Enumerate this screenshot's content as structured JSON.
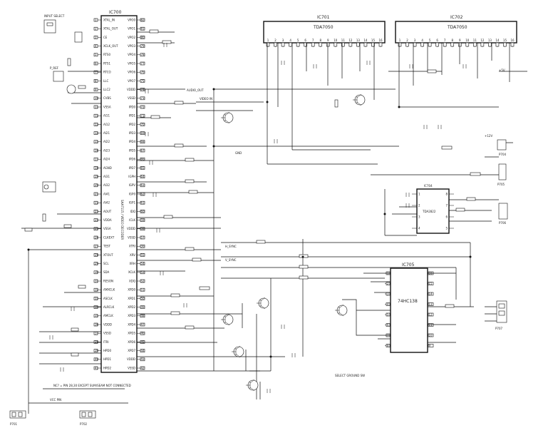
{
  "ic_main": {
    "ref": "IC700",
    "part": "SAA7115 / VIDEO DECODER",
    "left_pins": [
      "1",
      "2",
      "3",
      "4",
      "5",
      "6",
      "7",
      "8",
      "9",
      "10",
      "11",
      "12",
      "13",
      "14",
      "15",
      "16",
      "17",
      "18",
      "19",
      "20",
      "21",
      "22",
      "23",
      "24",
      "25",
      "26",
      "27",
      "28",
      "29",
      "30",
      "31",
      "32",
      "33",
      "34",
      "35",
      "36",
      "37",
      "38",
      "39",
      "40",
      "41"
    ],
    "right_pins": [
      "82",
      "81",
      "80",
      "79",
      "78",
      "77",
      "76",
      "75",
      "74",
      "73",
      "72",
      "71",
      "70",
      "69",
      "68",
      "67",
      "66",
      "65",
      "64",
      "63",
      "62",
      "61",
      "60",
      "59",
      "58",
      "57",
      "56",
      "55",
      "54",
      "53",
      "52",
      "51",
      "50",
      "49",
      "48",
      "47",
      "46",
      "45",
      "44",
      "43",
      "42"
    ],
    "left_labels": [
      "XTAL_IN",
      "XTAL_OUT",
      "CE",
      "XCLK_OUT",
      "RTS0",
      "RTS1",
      "RTCO",
      "LLC",
      "LLC2",
      "CVBS",
      "VSSA",
      "AI11",
      "AI12",
      "AI21",
      "AI22",
      "AI23",
      "AI24",
      "AGND",
      "AI31",
      "AI32",
      "AI41",
      "AI42",
      "AOUT",
      "VDDA",
      "VSSA",
      "CLKEXT",
      "TEST",
      "XTOUT",
      "SCL",
      "SDA",
      "RESON",
      "AMXCLK",
      "ASCLK",
      "ALRCLK",
      "AMCLK",
      "VDDD",
      "VSSD",
      "ITRI",
      "HPD0",
      "HPD1",
      "HPD2"
    ],
    "right_labels": [
      "VPO0",
      "VPO1",
      "VPO2",
      "VPO3",
      "VPO4",
      "VPO5",
      "VPO6",
      "VPO7",
      "VDDD",
      "VSSD",
      "IPD0",
      "IPD1",
      "IPD2",
      "IPD3",
      "IPD4",
      "IPD5",
      "IPD6",
      "IPD7",
      "IGPH",
      "IGPV",
      "IGP0",
      "IGP1",
      "IDQ",
      "ICLK",
      "VDDD",
      "VSSD",
      "XTRI",
      "XRV",
      "XRH",
      "XCLK",
      "XDQ",
      "XPD0",
      "XPD1",
      "XPD2",
      "XPD3",
      "XPD4",
      "XPD5",
      "XPD6",
      "XPD7",
      "VDDD",
      "VSSD"
    ]
  },
  "ic701": {
    "ref": "IC701",
    "part": "TDA7050",
    "pins": [
      "1",
      "2",
      "3",
      "4",
      "5",
      "6",
      "7",
      "8",
      "9",
      "10",
      "11",
      "12",
      "13",
      "14",
      "15",
      "16"
    ]
  },
  "ic702": {
    "ref": "IC702",
    "part": "TDA7050",
    "pins": [
      "1",
      "2",
      "3",
      "4",
      "5",
      "6",
      "7",
      "8",
      "9",
      "10",
      "11",
      "12",
      "13",
      "14",
      "15",
      "16"
    ]
  },
  "ic705": {
    "ref": "IC705",
    "part": "74HC138",
    "left_pins": [
      "1",
      "2",
      "3",
      "4",
      "5",
      "6",
      "7",
      "8"
    ],
    "right_pins": [
      "16",
      "15",
      "14",
      "13",
      "12",
      "11",
      "10",
      "9"
    ]
  },
  "ic704": {
    "ref": "IC704",
    "part": "TDA2822",
    "left_pins": [
      "1",
      "2",
      "3",
      "4"
    ],
    "right_pins": [
      "8",
      "7",
      "6",
      "5"
    ]
  },
  "connectors": {
    "tl": "INPUT SELECT",
    "ml": "P_REF",
    "bl1": "P701",
    "bl2": "P702",
    "rt1": "P704",
    "rt2": "P705",
    "rt3": "P706",
    "rt4": "P707"
  },
  "nets": {
    "audio_out": "AUDIO_OUT",
    "video_in": "VIDEO IN",
    "gnd": "GND",
    "vcc": "+5V",
    "vcc12": "+12V",
    "hsync": "H_SYNC",
    "vsync": "V_SYNC"
  },
  "notes": {
    "bottom_note": "NC? = PIN 28,30 EXCEPT SUM/SEAM NOT CONNECTED",
    "bottom_mid": "SELECT GROUND SW",
    "bottom_left": "VCC PIN"
  }
}
